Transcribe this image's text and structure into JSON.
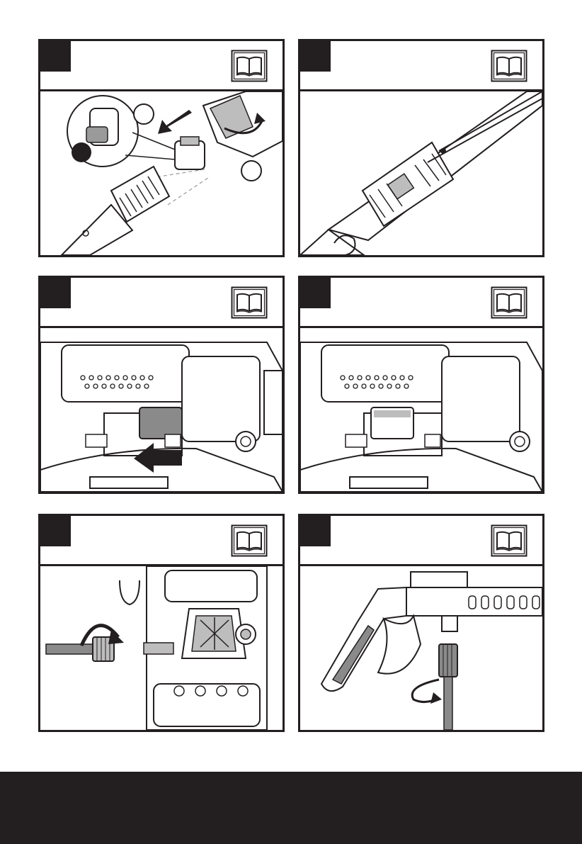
{
  "panels": [
    {
      "step": "",
      "illustration": "nozzle-connection"
    },
    {
      "step": "",
      "illustration": "lance-assembly"
    },
    {
      "step": "",
      "illustration": "detergent-tank-remove"
    },
    {
      "step": "",
      "illustration": "detergent-tank-installed"
    },
    {
      "step": "",
      "illustration": "hose-to-pump-connection"
    },
    {
      "step": "",
      "illustration": "hose-to-spray-gun-connection"
    }
  ],
  "icons": {
    "manual": "read-manual-book-icon"
  },
  "colors": {
    "ink": "#231f20",
    "gray": "#7a7a7a",
    "light_gray": "#bdbdbd"
  }
}
